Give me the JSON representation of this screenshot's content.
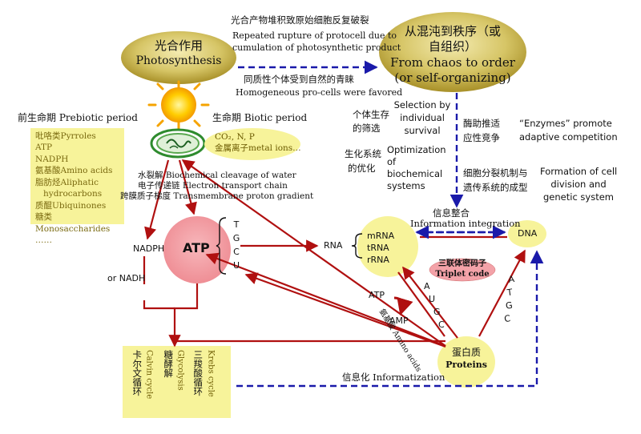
{
  "title_nodes": {
    "photosynthesis_zh": "光合作用",
    "photosynthesis_en": "Photosynthesis",
    "chaos_zh_line1": "从混沌到秩序（或",
    "chaos_zh_line2": "自组织）",
    "chaos_en_line1": "From chaos to order",
    "chaos_en_line2": "(or self-organizing)"
  },
  "top_labels": {
    "rupture_zh": "光合产物堆积致原始细胞反复破裂",
    "rupture_en_line1": "Repeated rupture of protocell due to",
    "rupture_en_line2": "cumulation of photosynthetic product",
    "homogeneous_zh": "同质性个体受到自然的青睐",
    "homogeneous_en": "Homogeneous pro-cells were favored"
  },
  "periods": {
    "prebiotic": "前生命期  Prebiotic period",
    "biotic": "生命期  Biotic period"
  },
  "prebiotic_list": [
    "吡咯类Pyrroles",
    "ATP",
    "NADPH",
    "氨基酸Amino acids",
    "脂肪烃Aliphatic",
    "   hydrocarbons",
    "质醌Ubiquinones",
    "糖类Monosaccharides",
    "……"
  ],
  "biotic_box": {
    "line1": "CO₂, N, P",
    "line2": "金属离子metal ions…"
  },
  "cell_processes": {
    "line1": "水裂解 Biochemical cleavage of water",
    "line2": "电子传递链 Electron transport chain",
    "line3": "跨膜质子梯度 Transmembrane proton gradient"
  },
  "selection": {
    "zh_line1": "个体生存",
    "zh_line2": "的筛选",
    "en_line1": "Selection by",
    "en_line2": "individual",
    "en_line3": "survival"
  },
  "optimization": {
    "zh_line1": "生化系统",
    "zh_line2": "的优化",
    "en_line1": "Optimization",
    "en_line2": "of",
    "en_line3": "biochemical",
    "en_line4": "systems"
  },
  "enzymes": {
    "zh_line1": "酶助推适",
    "zh_line2": "应性竞争",
    "en_line1": "“Enzymes” promote",
    "en_line2": "adaptive competition"
  },
  "division": {
    "zh_line1": "细胞分裂机制与",
    "zh_line2": "遗传系统的成型",
    "en_line1": "Formation of cell",
    "en_line2": "division and",
    "en_line3": "genetic system"
  },
  "integration": {
    "zh": "信息整合",
    "en": "Information integration"
  },
  "informatization": "信息化 Informatization",
  "molecules": {
    "nadph": "NADPH",
    "or_nadh": "or NADH",
    "atp": "ATP",
    "rna": "RNA",
    "dna": "DNA",
    "atp_small": "ATP",
    "amp": "AMP",
    "proteins_zh": "蛋白质",
    "proteins_en": "Proteins"
  },
  "bases_atp": [
    "T",
    "G",
    "C",
    "U"
  ],
  "rna_types": [
    "mRNA",
    "tRNA",
    "rRNA"
  ],
  "triplet": {
    "zh": "三联体密码子",
    "en": "Triplet  code"
  },
  "bases_to_dna": [
    "A",
    "T",
    "G",
    "C"
  ],
  "bases_to_mrna": [
    "A",
    "U",
    "G",
    "C"
  ],
  "amino_acids_label": "氨基酸 Amino acids",
  "cycles": {
    "calvin_zh": "卡尔文循环",
    "calvin_en": "Calvin cycle",
    "glyco_zh": "糖酵解",
    "glyco_en": "Glycolysis",
    "krebs_zh": "三羧酸循环",
    "krebs_en": "Krebs cycle"
  },
  "colors": {
    "solid_arrow": "#b01010",
    "dashed_arrow": "#1a1aaa",
    "yellow_fill": "#f7f39a",
    "pink_fill": "#f3a2a8",
    "gold_ellipse": "#c8b54a",
    "cell_green": "#2e8b2e"
  }
}
